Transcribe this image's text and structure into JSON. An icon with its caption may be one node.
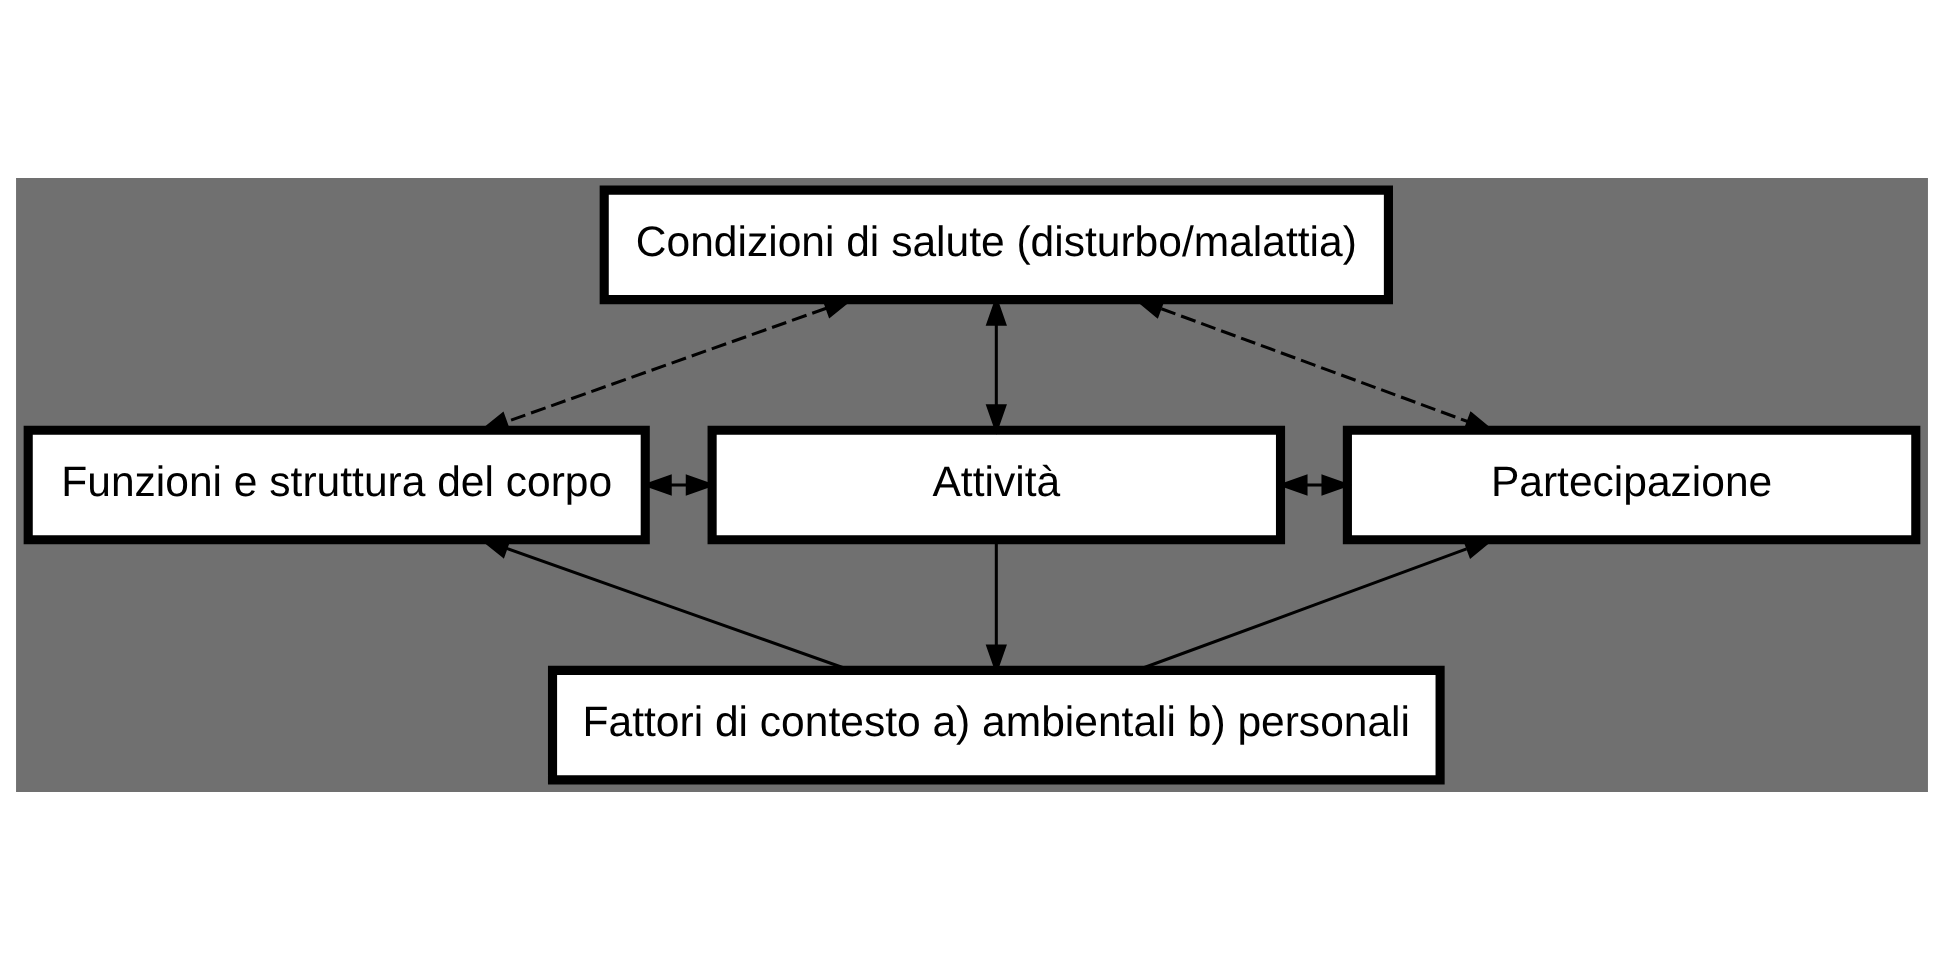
{
  "diagram": {
    "nodes": [
      {
        "text": [
          "Condizioni di salute (disturbo/malattia)"
        ]
      },
      {
        "text": [
          "Funzioni e struttura del corpo"
        ]
      },
      {
        "text": [
          "Attività"
        ]
      },
      {
        "text": [
          "Partecipazione"
        ]
      },
      {
        "text": [
          "Fattori di contesto a) ambientali b) personali"
        ]
      }
    ],
    "edges": [
      {
        "from": 0,
        "to": 1,
        "arrow": "both",
        "style": "dashed"
      },
      {
        "from": 0,
        "to": 2,
        "arrow": "both"
      },
      {
        "from": 0,
        "to": 3,
        "arrow": "both",
        "style": "dashed"
      },
      {
        "from": 1,
        "to": 2,
        "arrow": "both"
      },
      {
        "from": 2,
        "to": 3,
        "arrow": "both"
      },
      {
        "from": 2,
        "to": 4,
        "arrow": "to"
      },
      {
        "from": 4,
        "to": 1,
        "arrow": "to"
      },
      {
        "from": 4,
        "to": 3,
        "arrow": "to"
      }
    ]
  }
}
